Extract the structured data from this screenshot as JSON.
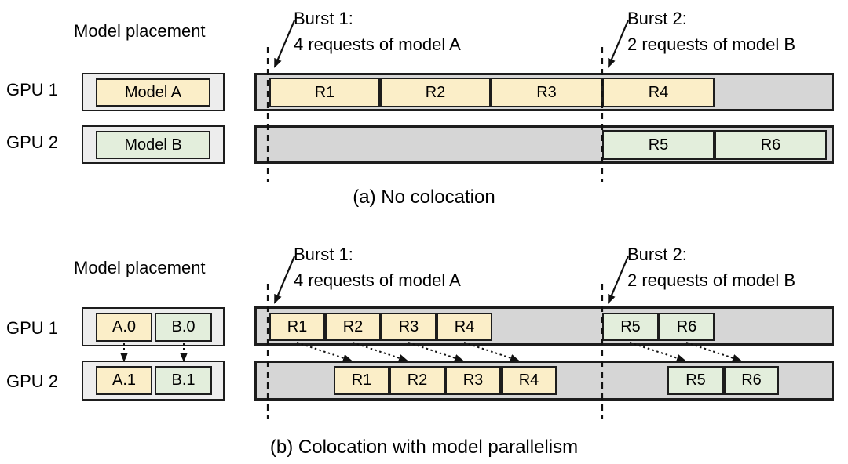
{
  "colors": {
    "model_a_fill": "#FBEEC8",
    "model_b_fill": "#E3EEDC",
    "timeline_fill": "#D6D6D6",
    "placement_fill": "#EDEDED",
    "line": "#111111"
  },
  "section_a": {
    "placement_title": "Model placement",
    "gpu1_label": "GPU 1",
    "gpu2_label": "GPU 2",
    "model_a_label": "Model A",
    "model_b_label": "Model B",
    "burst1_title": "Burst 1:",
    "burst1_desc": "4 requests of model A",
    "burst2_title": "Burst 2:",
    "burst2_desc": "2 requests of model B",
    "gpu1_requests": [
      "R1",
      "R2",
      "R3",
      "R4"
    ],
    "gpu2_requests": [
      "R5",
      "R6"
    ],
    "caption": "(a) No colocation"
  },
  "section_b": {
    "placement_title": "Model placement",
    "gpu1_label": "GPU 1",
    "gpu2_label": "GPU 2",
    "gpu1_shards": [
      "A.0",
      "B.0"
    ],
    "gpu2_shards": [
      "A.1",
      "B.1"
    ],
    "burst1_title": "Burst 1:",
    "burst1_desc": "4 requests of model A",
    "burst2_title": "Burst 2:",
    "burst2_desc": "2 requests of model B",
    "gpu1_model_a_requests": [
      "R1",
      "R2",
      "R3",
      "R4"
    ],
    "gpu1_model_b_requests": [
      "R5",
      "R6"
    ],
    "gpu2_model_a_requests": [
      "R1",
      "R2",
      "R3",
      "R4"
    ],
    "gpu2_model_b_requests": [
      "R5",
      "R6"
    ],
    "caption": "(b) Colocation with model parallelism"
  }
}
